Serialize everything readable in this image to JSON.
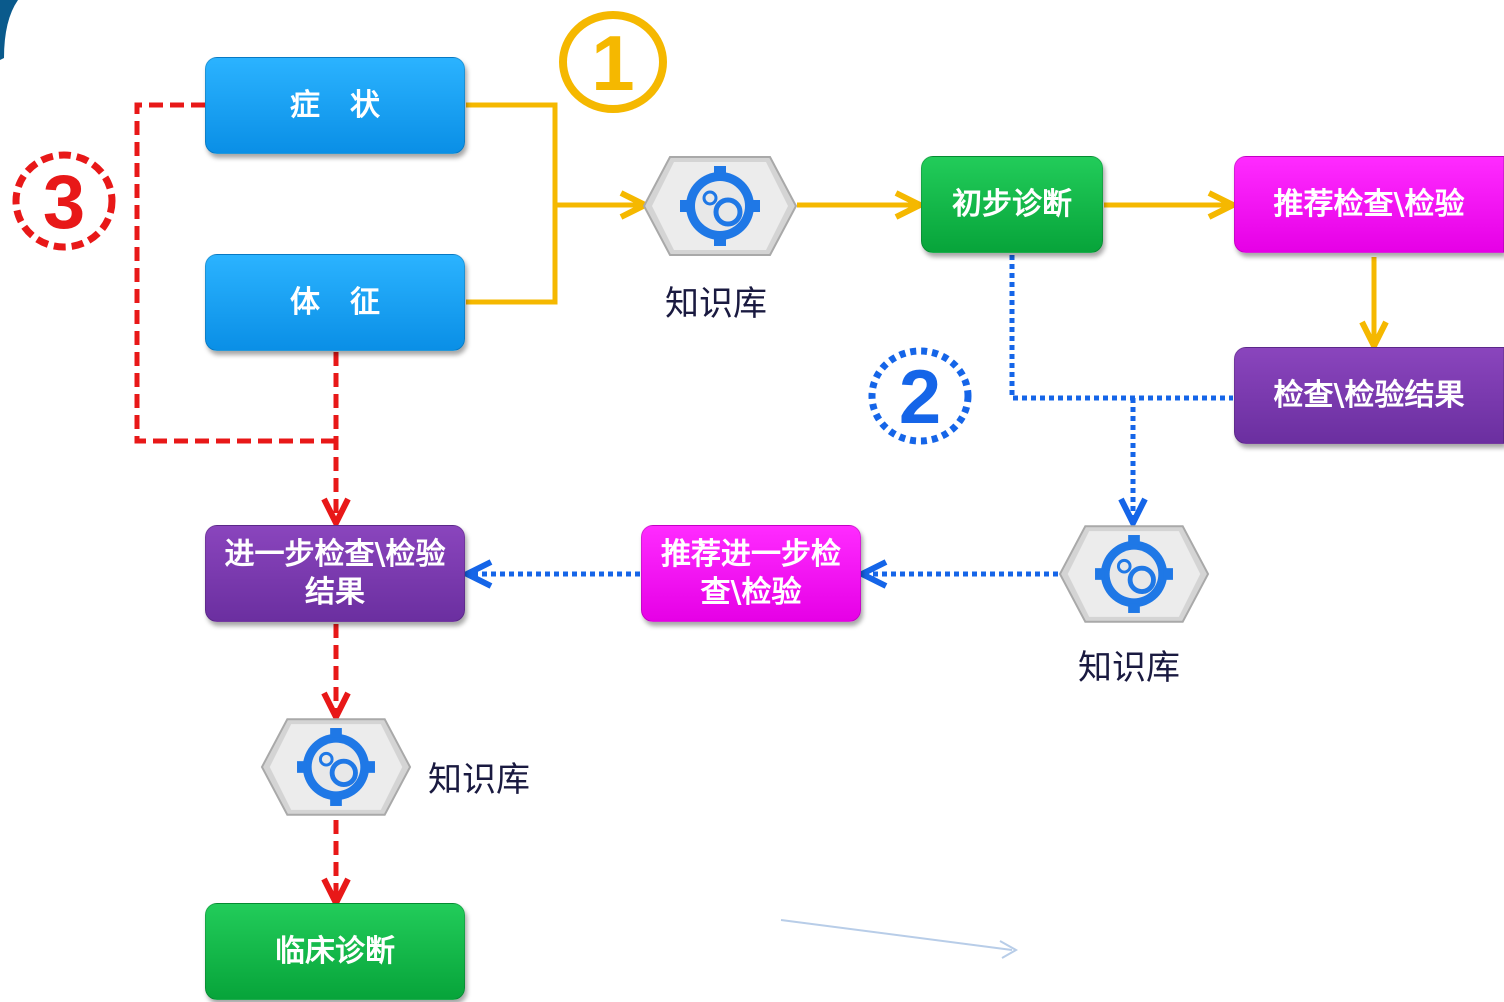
{
  "nodes": {
    "symptom": "症　状",
    "sign": "体　征",
    "preliminary_diagnosis": "初步诊断",
    "recommend_exam": "推荐检查\\检验",
    "exam_result": "检查\\检验结果",
    "further_result": "进一步检查\\检验结果",
    "recommend_further": "推荐进一步检查\\检验",
    "clinical_diagnosis": "临床诊断"
  },
  "knowledge_base_label": "知识库",
  "knowledge_base_icon": "gear-hexagon-icon",
  "markers": {
    "step1": "1",
    "step2": "2",
    "step3": "3"
  },
  "colors": {
    "flow1": "#f5b800",
    "flow2": "#1565e8",
    "flow3": "#e81818"
  }
}
